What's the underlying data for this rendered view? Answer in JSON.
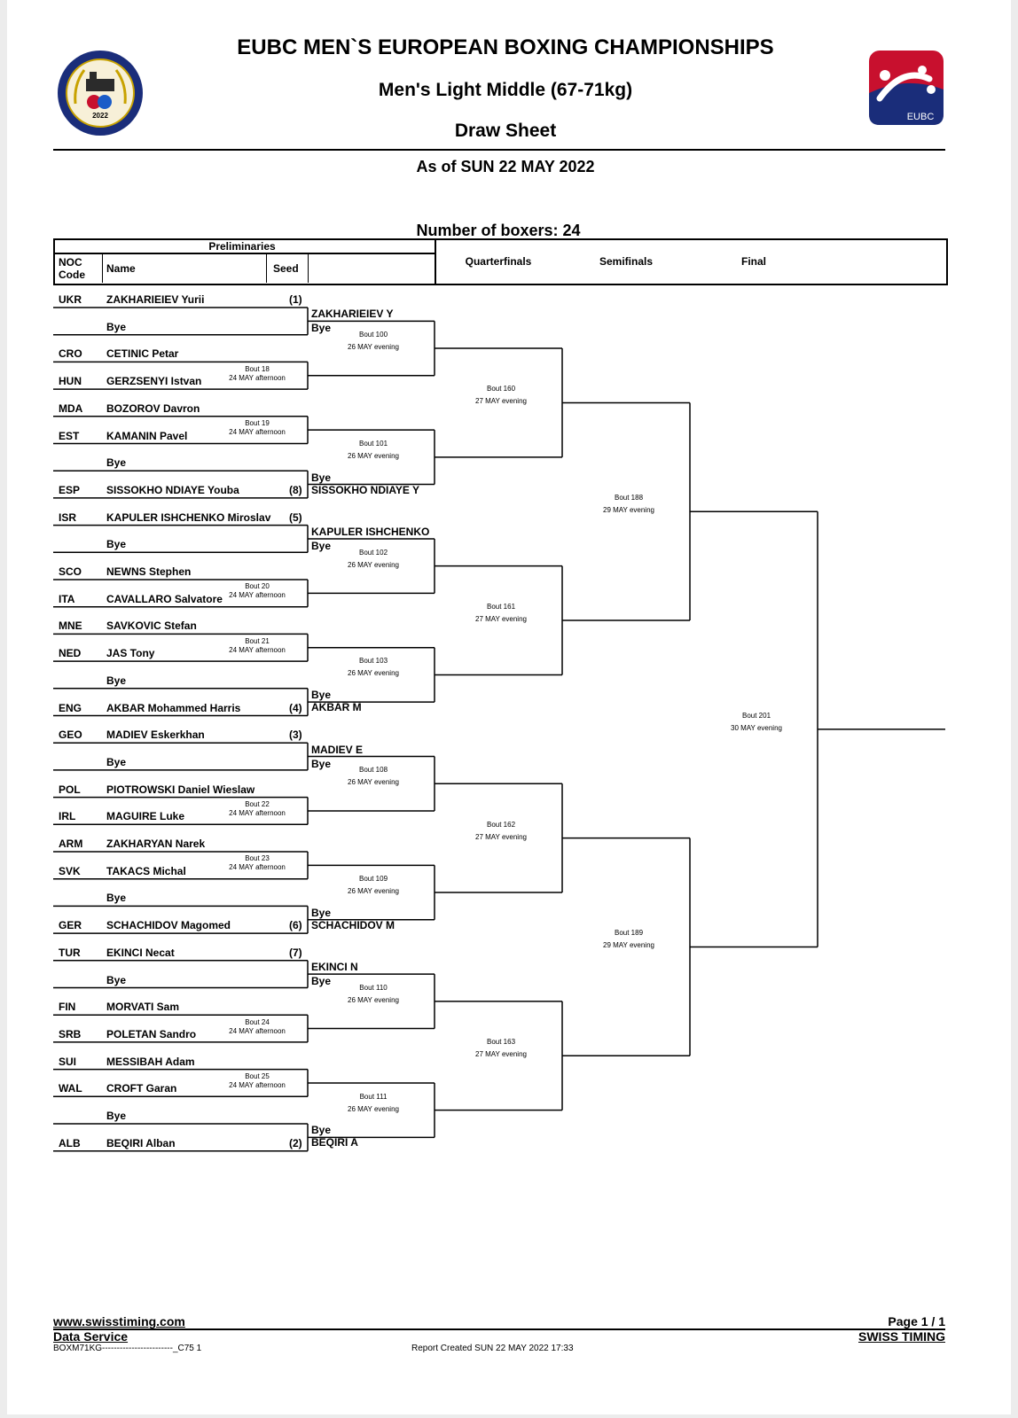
{
  "header": {
    "title": "EUBC MEN`S EUROPEAN BOXING CHAMPIONSHIPS",
    "weight_class": "Men's Light Middle (67-71kg)",
    "sheet_type": "Draw Sheet",
    "as_of": "As of SUN 22 MAY 2022",
    "boxer_count": "Number of boxers: 24",
    "left_logo": {
      "icon": "championship-emblem",
      "text": "2022",
      "colors": [
        "#1a2d7a",
        "#c8102e",
        "#f2c500"
      ]
    },
    "right_logo": {
      "icon": "eubc-logo",
      "text": "EUBC",
      "colors": [
        "#c8102e",
        "#1a2d7a"
      ]
    }
  },
  "columns": {
    "stage_prelim": "Preliminaries",
    "noc_code": "NOC\nCode",
    "name": "Name",
    "seed": "Seed",
    "quarterfinals": "Quarterfinals",
    "semifinals": "Semifinals",
    "final": "Final"
  },
  "entries": [
    {
      "noc": "UKR",
      "name": "ZAKHARIEIEV Yurii",
      "seed": "(1)"
    },
    {
      "noc": "",
      "name": "Bye",
      "seed": ""
    },
    {
      "noc": "CRO",
      "name": "CETINIC Petar",
      "seed": ""
    },
    {
      "noc": "HUN",
      "name": "GERZSENYI Istvan",
      "seed": ""
    },
    {
      "noc": "MDA",
      "name": "BOZOROV Davron",
      "seed": ""
    },
    {
      "noc": "EST",
      "name": "KAMANIN Pavel",
      "seed": ""
    },
    {
      "noc": "",
      "name": "Bye",
      "seed": ""
    },
    {
      "noc": "ESP",
      "name": "SISSOKHO NDIAYE Youba",
      "seed": "(8)"
    },
    {
      "noc": "ISR",
      "name": "KAPULER ISHCHENKO Miroslav",
      "seed": "(5)"
    },
    {
      "noc": "",
      "name": "Bye",
      "seed": ""
    },
    {
      "noc": "SCO",
      "name": "NEWNS Stephen",
      "seed": ""
    },
    {
      "noc": "ITA",
      "name": "CAVALLARO Salvatore",
      "seed": ""
    },
    {
      "noc": "MNE",
      "name": "SAVKOVIC Stefan",
      "seed": ""
    },
    {
      "noc": "NED",
      "name": "JAS Tony",
      "seed": ""
    },
    {
      "noc": "",
      "name": "Bye",
      "seed": ""
    },
    {
      "noc": "ENG",
      "name": "AKBAR Mohammed Harris",
      "seed": "(4)"
    },
    {
      "noc": "GEO",
      "name": "MADIEV Eskerkhan",
      "seed": "(3)"
    },
    {
      "noc": "",
      "name": "Bye",
      "seed": ""
    },
    {
      "noc": "POL",
      "name": "PIOTROWSKI Daniel Wieslaw",
      "seed": ""
    },
    {
      "noc": "IRL",
      "name": "MAGUIRE Luke",
      "seed": ""
    },
    {
      "noc": "ARM",
      "name": "ZAKHARYAN Narek",
      "seed": ""
    },
    {
      "noc": "SVK",
      "name": "TAKACS Michal",
      "seed": ""
    },
    {
      "noc": "",
      "name": "Bye",
      "seed": ""
    },
    {
      "noc": "GER",
      "name": "SCHACHIDOV Magomed",
      "seed": "(6)"
    },
    {
      "noc": "TUR",
      "name": "EKINCI Necat",
      "seed": "(7)"
    },
    {
      "noc": "",
      "name": "Bye",
      "seed": ""
    },
    {
      "noc": "FIN",
      "name": "MORVATI Sam",
      "seed": ""
    },
    {
      "noc": "SRB",
      "name": "POLETAN Sandro",
      "seed": ""
    },
    {
      "noc": "SUI",
      "name": "MESSIBAH Adam",
      "seed": ""
    },
    {
      "noc": "WAL",
      "name": "CROFT Garan",
      "seed": ""
    },
    {
      "noc": "",
      "name": "Bye",
      "seed": ""
    },
    {
      "noc": "ALB",
      "name": "BEQIRI Alban",
      "seed": "(2)"
    }
  ],
  "prelim_bouts": [
    {
      "bout": "Bout  18",
      "time": "24 MAY afternoon"
    },
    {
      "bout": "Bout  19",
      "time": "24 MAY afternoon"
    },
    {
      "bout": "Bout  20",
      "time": "24 MAY afternoon"
    },
    {
      "bout": "Bout  21",
      "time": "24 MAY afternoon"
    },
    {
      "bout": "Bout  22",
      "time": "24 MAY afternoon"
    },
    {
      "bout": "Bout  23",
      "time": "24 MAY afternoon"
    },
    {
      "bout": "Bout  24",
      "time": "24 MAY afternoon"
    },
    {
      "bout": "Bout  25",
      "time": "24 MAY afternoon"
    }
  ],
  "round16": [
    {
      "top": "ZAKHARIEIEV Y",
      "bottom": "Bye",
      "bout": "Bout  100",
      "time": "26 MAY evening"
    },
    {
      "top": "Bye",
      "bottom": "SISSOKHO NDIAYE Y",
      "bout": "Bout  101",
      "time": "26 MAY evening"
    },
    {
      "top": "KAPULER ISHCHENKO",
      "bottom": "Bye",
      "bout": "Bout  102",
      "time": "26 MAY evening"
    },
    {
      "top": "Bye",
      "bottom": "AKBAR M",
      "bout": "Bout  103",
      "time": "26 MAY evening"
    },
    {
      "top": "MADIEV E",
      "bottom": "Bye",
      "bout": "Bout  108",
      "time": "26 MAY evening"
    },
    {
      "top": "Bye",
      "bottom": "SCHACHIDOV M",
      "bout": "Bout  109",
      "time": "26 MAY evening"
    },
    {
      "top": "EKINCI N",
      "bottom": "Bye",
      "bout": "Bout  110",
      "time": "26 MAY evening"
    },
    {
      "top": "Bye",
      "bottom": "BEQIRI A",
      "bout": "Bout  111",
      "time": "26 MAY evening"
    }
  ],
  "quarterfinals": [
    {
      "bout": "Bout  160",
      "time": "27 MAY evening"
    },
    {
      "bout": "Bout  161",
      "time": "27 MAY evening"
    },
    {
      "bout": "Bout  162",
      "time": "27 MAY evening"
    },
    {
      "bout": "Bout  163",
      "time": "27 MAY evening"
    }
  ],
  "semifinals": [
    {
      "bout": "Bout  188",
      "time": "29 MAY evening"
    },
    {
      "bout": "Bout  189",
      "time": "29 MAY evening"
    }
  ],
  "final": {
    "bout": "Bout  201",
    "time": "30 MAY evening"
  },
  "footer": {
    "website": "www.swisstiming.com",
    "data_service": "Data Service",
    "code": "BOXM71KG------------------------_C75 1",
    "report_created": "Report Created  SUN 22 MAY 2022 17:33",
    "page": "Page 1 / 1",
    "company": "SWISS TIMING"
  }
}
